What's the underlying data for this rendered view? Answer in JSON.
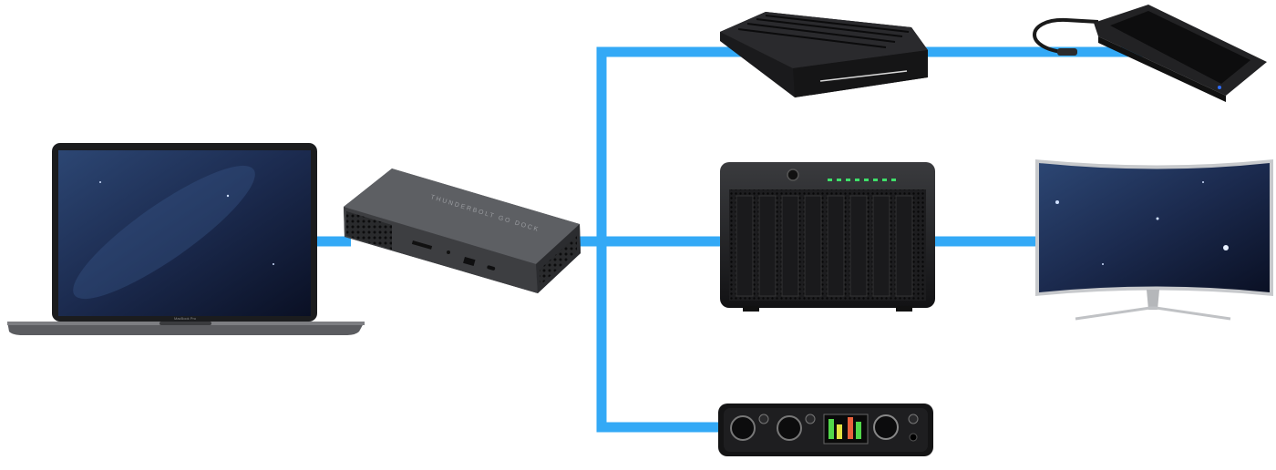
{
  "diagram": {
    "connection_color": "#33a9f6",
    "devices": [
      {
        "id": "laptop",
        "icon": "laptop-icon",
        "label": "MacBook Pro"
      },
      {
        "id": "dock",
        "icon": "thunderbolt-dock-icon",
        "label": "THUNDERBOLT GO DOCK"
      },
      {
        "id": "ssd-enclosure",
        "icon": "external-ssd-enclosure-icon"
      },
      {
        "id": "portable-ssd",
        "icon": "portable-ssd-icon"
      },
      {
        "id": "raid",
        "icon": "raid-storage-icon"
      },
      {
        "id": "monitor",
        "icon": "curved-monitor-icon"
      },
      {
        "id": "audio-interface",
        "icon": "audio-interface-icon"
      }
    ],
    "links": [
      [
        "laptop",
        "dock"
      ],
      [
        "dock",
        "ssd-enclosure"
      ],
      [
        "ssd-enclosure",
        "portable-ssd"
      ],
      [
        "dock",
        "raid"
      ],
      [
        "raid",
        "monitor"
      ],
      [
        "dock",
        "audio-interface"
      ]
    ]
  }
}
